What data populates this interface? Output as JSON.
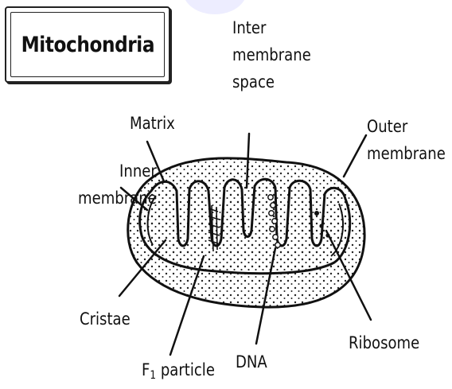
{
  "title": "Mitochondria",
  "labels": {
    "inter_membrane_space": "Inter\nmembrane\nspace",
    "matrix": "Matrix",
    "outer_membrane": "Outer\nmembrane",
    "inner_membrane": "Inner\nmembrane",
    "cristae": "Cristae",
    "f1_prefix": "F",
    "f1_subscript": "1",
    "f1_suffix": " particle",
    "dna": "DNA",
    "ribosome": "Ribosome"
  }
}
